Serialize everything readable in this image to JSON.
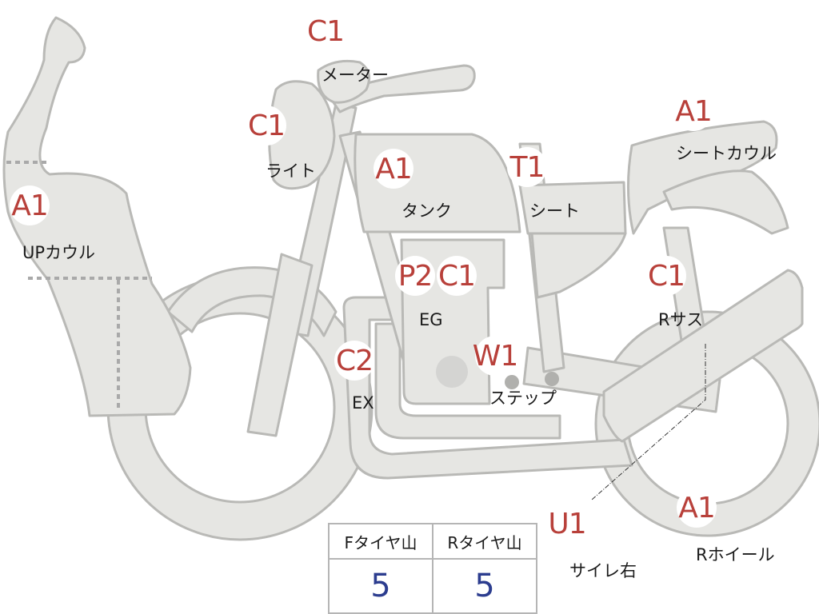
{
  "parts": [
    {
      "id": "meter",
      "code": "C1",
      "name": "メーター"
    },
    {
      "id": "light",
      "code": "C1",
      "name": "ライト"
    },
    {
      "id": "up-cowl",
      "code": "A1",
      "name": "UPカウル"
    },
    {
      "id": "tank",
      "code": "A1",
      "name": "タンク"
    },
    {
      "id": "seat",
      "code": "T1",
      "name": "シート"
    },
    {
      "id": "seat-cowl",
      "code": "A1",
      "name": "シートカウル"
    },
    {
      "id": "engine-p2",
      "code": "P2",
      "name": ""
    },
    {
      "id": "engine",
      "code": "C1",
      "name": "EG"
    },
    {
      "id": "rear-suspension",
      "code": "C1",
      "name": "Rサス"
    },
    {
      "id": "exhaust",
      "code": "C2",
      "name": "EX"
    },
    {
      "id": "step",
      "code": "W1",
      "name": "ステップ"
    },
    {
      "id": "muffler-right",
      "code": "U1",
      "name": "サイレ右"
    },
    {
      "id": "rear-wheel",
      "code": "A1",
      "name": "Rホイール"
    }
  ],
  "tires": {
    "front_label": "Fタイヤ山",
    "front_value": "5",
    "rear_label": "Rタイヤ山",
    "rear_value": "5"
  },
  "colors": {
    "part_fill": "#e6e6e3",
    "part_stroke": "#b9b9b6",
    "code_red": "#b8403a",
    "value_blue": "#2c3d8f"
  }
}
